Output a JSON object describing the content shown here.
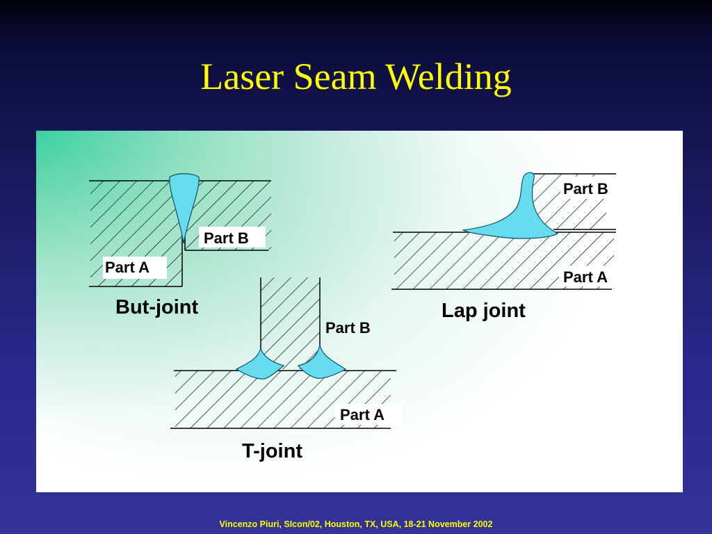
{
  "slide": {
    "title": "Laser Seam Welding",
    "footer": "Vincenzo Piuri, SIcon/02, Houston, TX, USA, 18-21 November 2002"
  },
  "colors": {
    "title": "#ffff00",
    "footer": "#ffff00",
    "weld": "#66ddee",
    "panel_accent": "#20cc99",
    "background": "#333399"
  },
  "diagram": {
    "but_joint": {
      "title": "But-joint",
      "part_a": "Part A",
      "part_b": "Part B"
    },
    "t_joint": {
      "title": "T-joint",
      "part_a": "Part A",
      "part_b": "Part B"
    },
    "lap_joint": {
      "title": "Lap joint",
      "part_a": "Part A",
      "part_b": "Part B"
    }
  }
}
